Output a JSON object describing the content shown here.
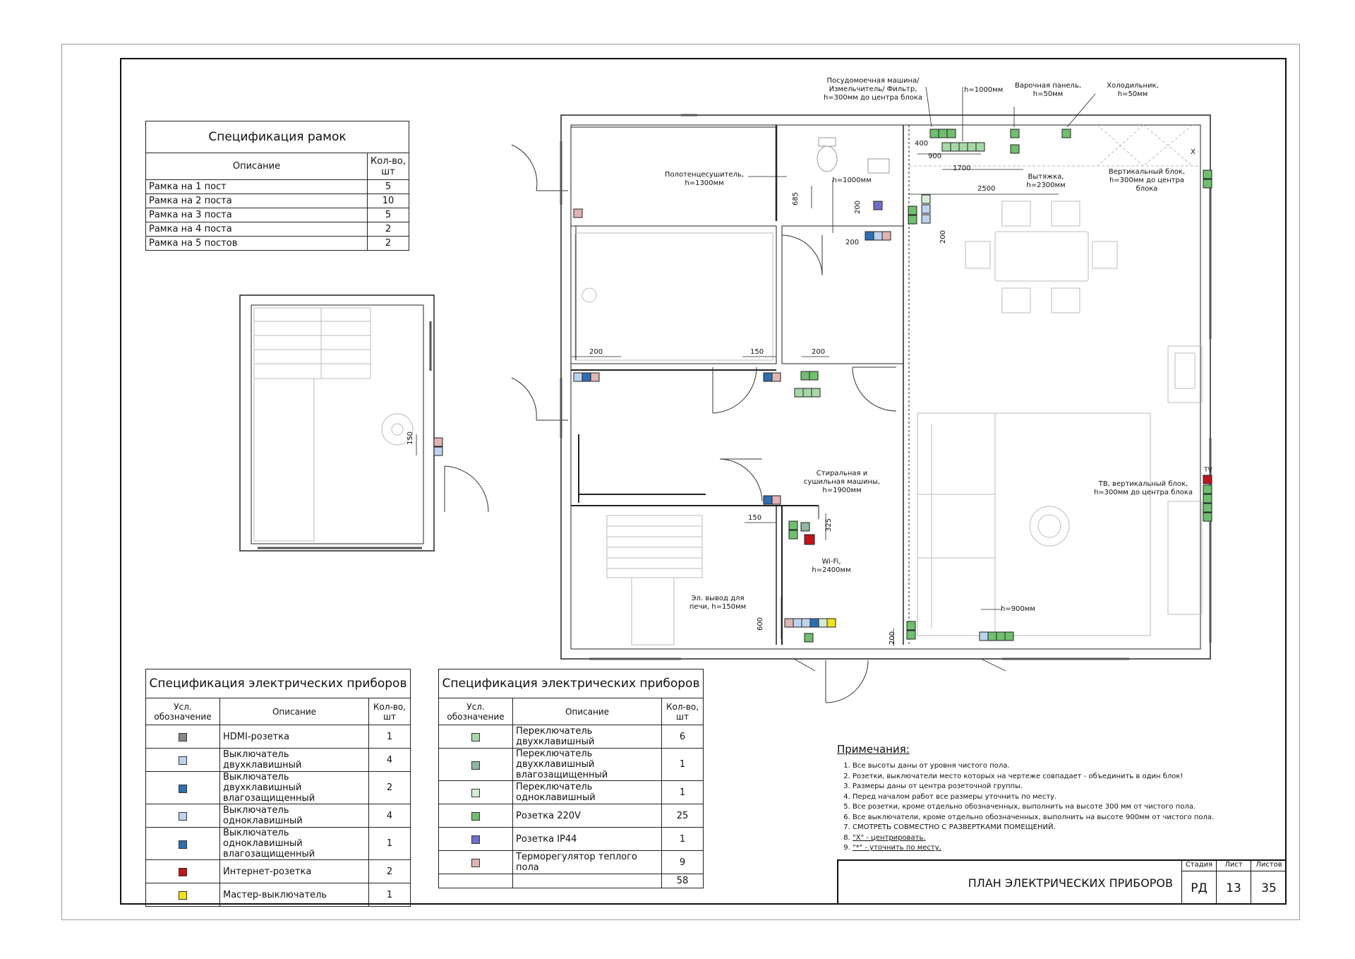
{
  "frames_spec": {
    "title": "Спецификация рамок",
    "col_description": "Описание",
    "col_count": "Кол-во, шт",
    "rows": [
      {
        "label": "Рамка на 1 пост",
        "count": "5"
      },
      {
        "label": "Рамка на 2 поста",
        "count": "10"
      },
      {
        "label": "Рамка на 3 поста",
        "count": "5"
      },
      {
        "label": "Рамка на 4 поста",
        "count": "2"
      },
      {
        "label": "Рамка на 5 постов",
        "count": "2"
      }
    ]
  },
  "devices_spec_1": {
    "title": "Спецификация электрических приборов",
    "col_symbol": "Усл. обозначение",
    "col_description": "Описание",
    "col_count": "Кол-во, шт",
    "rows": [
      {
        "label": "HDMI-розетка",
        "count": "1",
        "color": "#888888"
      },
      {
        "label": "Выключатель двухклавишный",
        "count": "4",
        "color": "#bcd3ee"
      },
      {
        "label": "Выключатель двухклавишный влагозащищенный",
        "count": "2",
        "color": "#2f6fb0"
      },
      {
        "label": "Выключатель одноклавишный",
        "count": "4",
        "color": "#bcd3ee"
      },
      {
        "label": "Выключатель одноклавишный влагозащищенный",
        "count": "1",
        "color": "#2f6fb0"
      },
      {
        "label": "Интернет-розетка",
        "count": "2",
        "color": "#c0141c"
      },
      {
        "label": "Мастер-выключатель",
        "count": "1",
        "color": "#f2e21a"
      }
    ]
  },
  "devices_spec_2": {
    "title": "Спецификация электрических приборов",
    "col_symbol": "Усл. обозначение",
    "col_description": "Описание",
    "col_count": "Кол-во, шт",
    "rows": [
      {
        "label": "Переключатель двухклавишный",
        "count": "6",
        "color": "#a8d7a8"
      },
      {
        "label": "Переключатель двухклавишный влагозащищенный",
        "count": "1",
        "color": "#8fb6a0"
      },
      {
        "label": "Переключатель одноклавишный",
        "count": "1",
        "color": "#d3ecd3"
      },
      {
        "label": "Розетка 220V",
        "count": "25",
        "color": "#6fbf6f"
      },
      {
        "label": "Розетка IP44",
        "count": "1",
        "color": "#6f6fd0"
      },
      {
        "label": "Терморегулятор теплого пола",
        "count": "9",
        "color": "#e0b4b4"
      }
    ],
    "total": "58"
  },
  "plan_labels": {
    "dishwasher": "Посудомоечная машина/ Измельчитель/ Фильтр, h=300мм до центра блока",
    "h1000_top": "h=1000мм",
    "hob": "Варочная панель, h=50мм",
    "fridge": "Холодильник, h=50мм",
    "towel": "Полотенцесушитель, h=1300мм",
    "h1000_bath": "h=1000мм",
    "hood": "Вытяжка, h=2300мм",
    "vertical_block": "Вертикальный блок, h=300мм до центра блока",
    "washer": "Стиральная и сушильная машины, h=1900мм",
    "wifi": "Wi-Fi, h=2400мм",
    "stove": "Эл. вывод для печи, h=150мм",
    "tv": "ТВ, вертикальный блок, h=300мм до центра блока",
    "h900": "h=900мм",
    "tv_mark": "TV"
  },
  "dims": {
    "d400": "400",
    "d900": "900",
    "d1700": "1700",
    "d2500": "2500",
    "d685": "685",
    "d200a": "200",
    "d200b": "200",
    "d200c": "200",
    "d200d": "200",
    "d200e": "200",
    "d200f": "200",
    "d150a": "150",
    "d150b": "150",
    "d150c": "150",
    "d325": "325",
    "d600": "600",
    "x": "X"
  },
  "notes": {
    "title": "Примечания:",
    "items": [
      "Все высоты даны от уровня чистого пола.",
      "Розетки, выключатели место которых на чертеже совпадает - объединить в один блок!",
      "Размеры даны от центра розеточной группы.",
      "Перед началом работ все размеры уточнить по месту.",
      "Все розетки, кроме отдельно обозначенных, выполнить на высоте 300 мм от чистого пола.",
      "Все выключатели, кроме отдельно обозначенных, выполнить на высоте 900мм от чистого пола.",
      "СМОТРЕТЬ СОВМЕСТНО С РАЗВЕРТКАМИ ПОМЕЩЕНИЙ.",
      "\"X\" - центрировать.",
      "\"*\" - уточнить по месту."
    ]
  },
  "stamp": {
    "title": "ПЛАН ЭЛЕКТРИЧЕСКИХ ПРИБОРОВ",
    "col_stage": "Стадия",
    "col_sheet": "Лист",
    "col_sheets": "Листов",
    "stage": "РД",
    "sheet": "13",
    "sheets": "35"
  }
}
